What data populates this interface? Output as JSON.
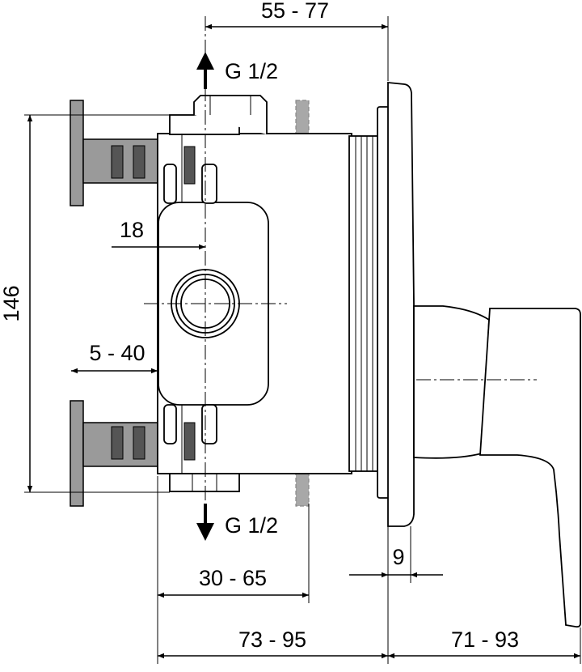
{
  "dimensions": {
    "top_width": "55 - 77",
    "inlet_top": "G 1/2",
    "height": "146",
    "offset_18": "18",
    "pipe_range": "5 - 40",
    "outlet_bottom": "G 1/2",
    "plate_9": "9",
    "depth_30_65": "30 - 65",
    "depth_73_95": "73 - 95",
    "handle_71_93": "71 - 93"
  }
}
